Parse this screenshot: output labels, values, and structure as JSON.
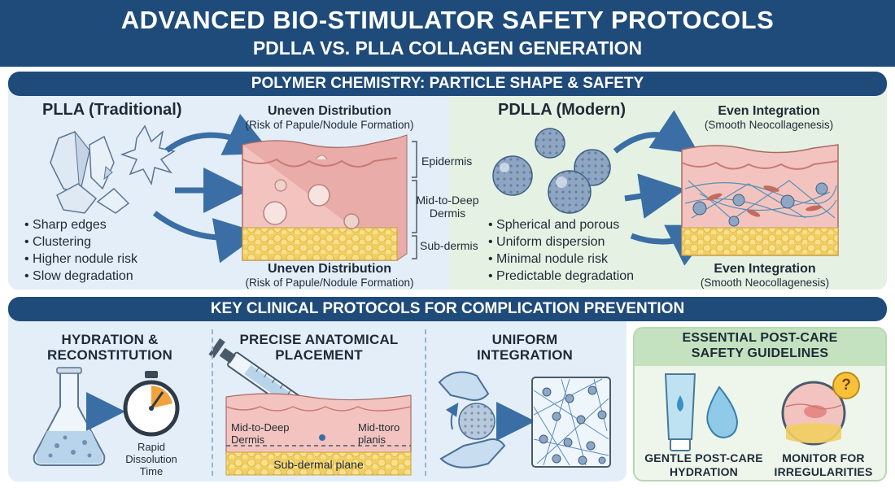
{
  "header": {
    "title": "ADVANCED BIO-STIMULATOR SAFETY PROTOCOLS",
    "subtitle": "PDLLA VS. PLLA COLLAGEN GENERATION"
  },
  "section1": {
    "banner": "POLYMER CHEMISTRY: PARTICLE SHAPE & SAFETY",
    "plla": {
      "title": "PLLA (Traditional)",
      "bullets": [
        "• Sharp edges",
        "• Clustering",
        "• Higher nodule risk",
        "• Slow degradation"
      ],
      "top_label": "Uneven Distribution",
      "top_sub": "(Risk of Papule/Nodule Formation)",
      "bottom_label": "Uneven Distribution",
      "bottom_sub": "(Risk of Papule/Nodule Formation)"
    },
    "layers": {
      "epidermis": "Epidermis",
      "dermis_line1": "Mid-to-Deep",
      "dermis_line2": "Dermis",
      "subdermis": "Sub-dermis"
    },
    "pdlla": {
      "title": "PDLLA (Modern)",
      "bullets": [
        "• Spherical and porous",
        "• Uniform dispersion",
        "• Minimal nodule risk",
        "• Predictable degradation"
      ],
      "top_label": "Even Integration",
      "top_sub": "(Smooth Neocollagenesis)",
      "bottom_label": "Even Integration",
      "bottom_sub": "(Smooth Neocollagenesis)"
    }
  },
  "section2": {
    "banner": "KEY CLINICAL PROTOCOLS FOR COMPLICATION PREVENTION",
    "hydration": {
      "title_line1": "HYDRATION &",
      "title_line2": "RECONSTITUTION",
      "timer_line1": "Rapid",
      "timer_line2": "Dissolution",
      "timer_line3": "Time",
      "icons": [
        "flask-icon",
        "stopwatch-icon"
      ]
    },
    "placement": {
      "title_line1": "PRECISE ANATOMICAL",
      "title_line2": "PLACEMENT",
      "label_left_1": "Mid-to-Deep",
      "label_left_2": "Dermis",
      "label_right_1": "Mid-ttoro",
      "label_right_2": "planis",
      "label_bottom": "Sub-dermal plane",
      "icons": [
        "syringe-icon"
      ]
    },
    "integration": {
      "title_line1": "UNIFORM",
      "title_line2": "INTEGRATION",
      "icons": [
        "gloved-hands-icon",
        "mesh-icon"
      ]
    },
    "postcare": {
      "title_line1": "ESSENTIAL POST-CARE",
      "title_line2": "SAFETY GUIDELINES",
      "item1_line1": "GENTLE POST-CARE",
      "item1_line2": "HYDRATION",
      "item2_line1": "MONITOR FOR",
      "item2_line2": "IRREGULARITIES",
      "question_mark": "?",
      "icons": [
        "tube-icon",
        "droplet-icon",
        "skin-lens-icon"
      ]
    }
  },
  "colors": {
    "navy": "#1f4b7a",
    "left_panel": "#e3eef8",
    "right_panel": "#e5f2e3",
    "arrow": "#3a6ea5",
    "skin": "#f3c4bf",
    "fat": "#f4d36b"
  }
}
